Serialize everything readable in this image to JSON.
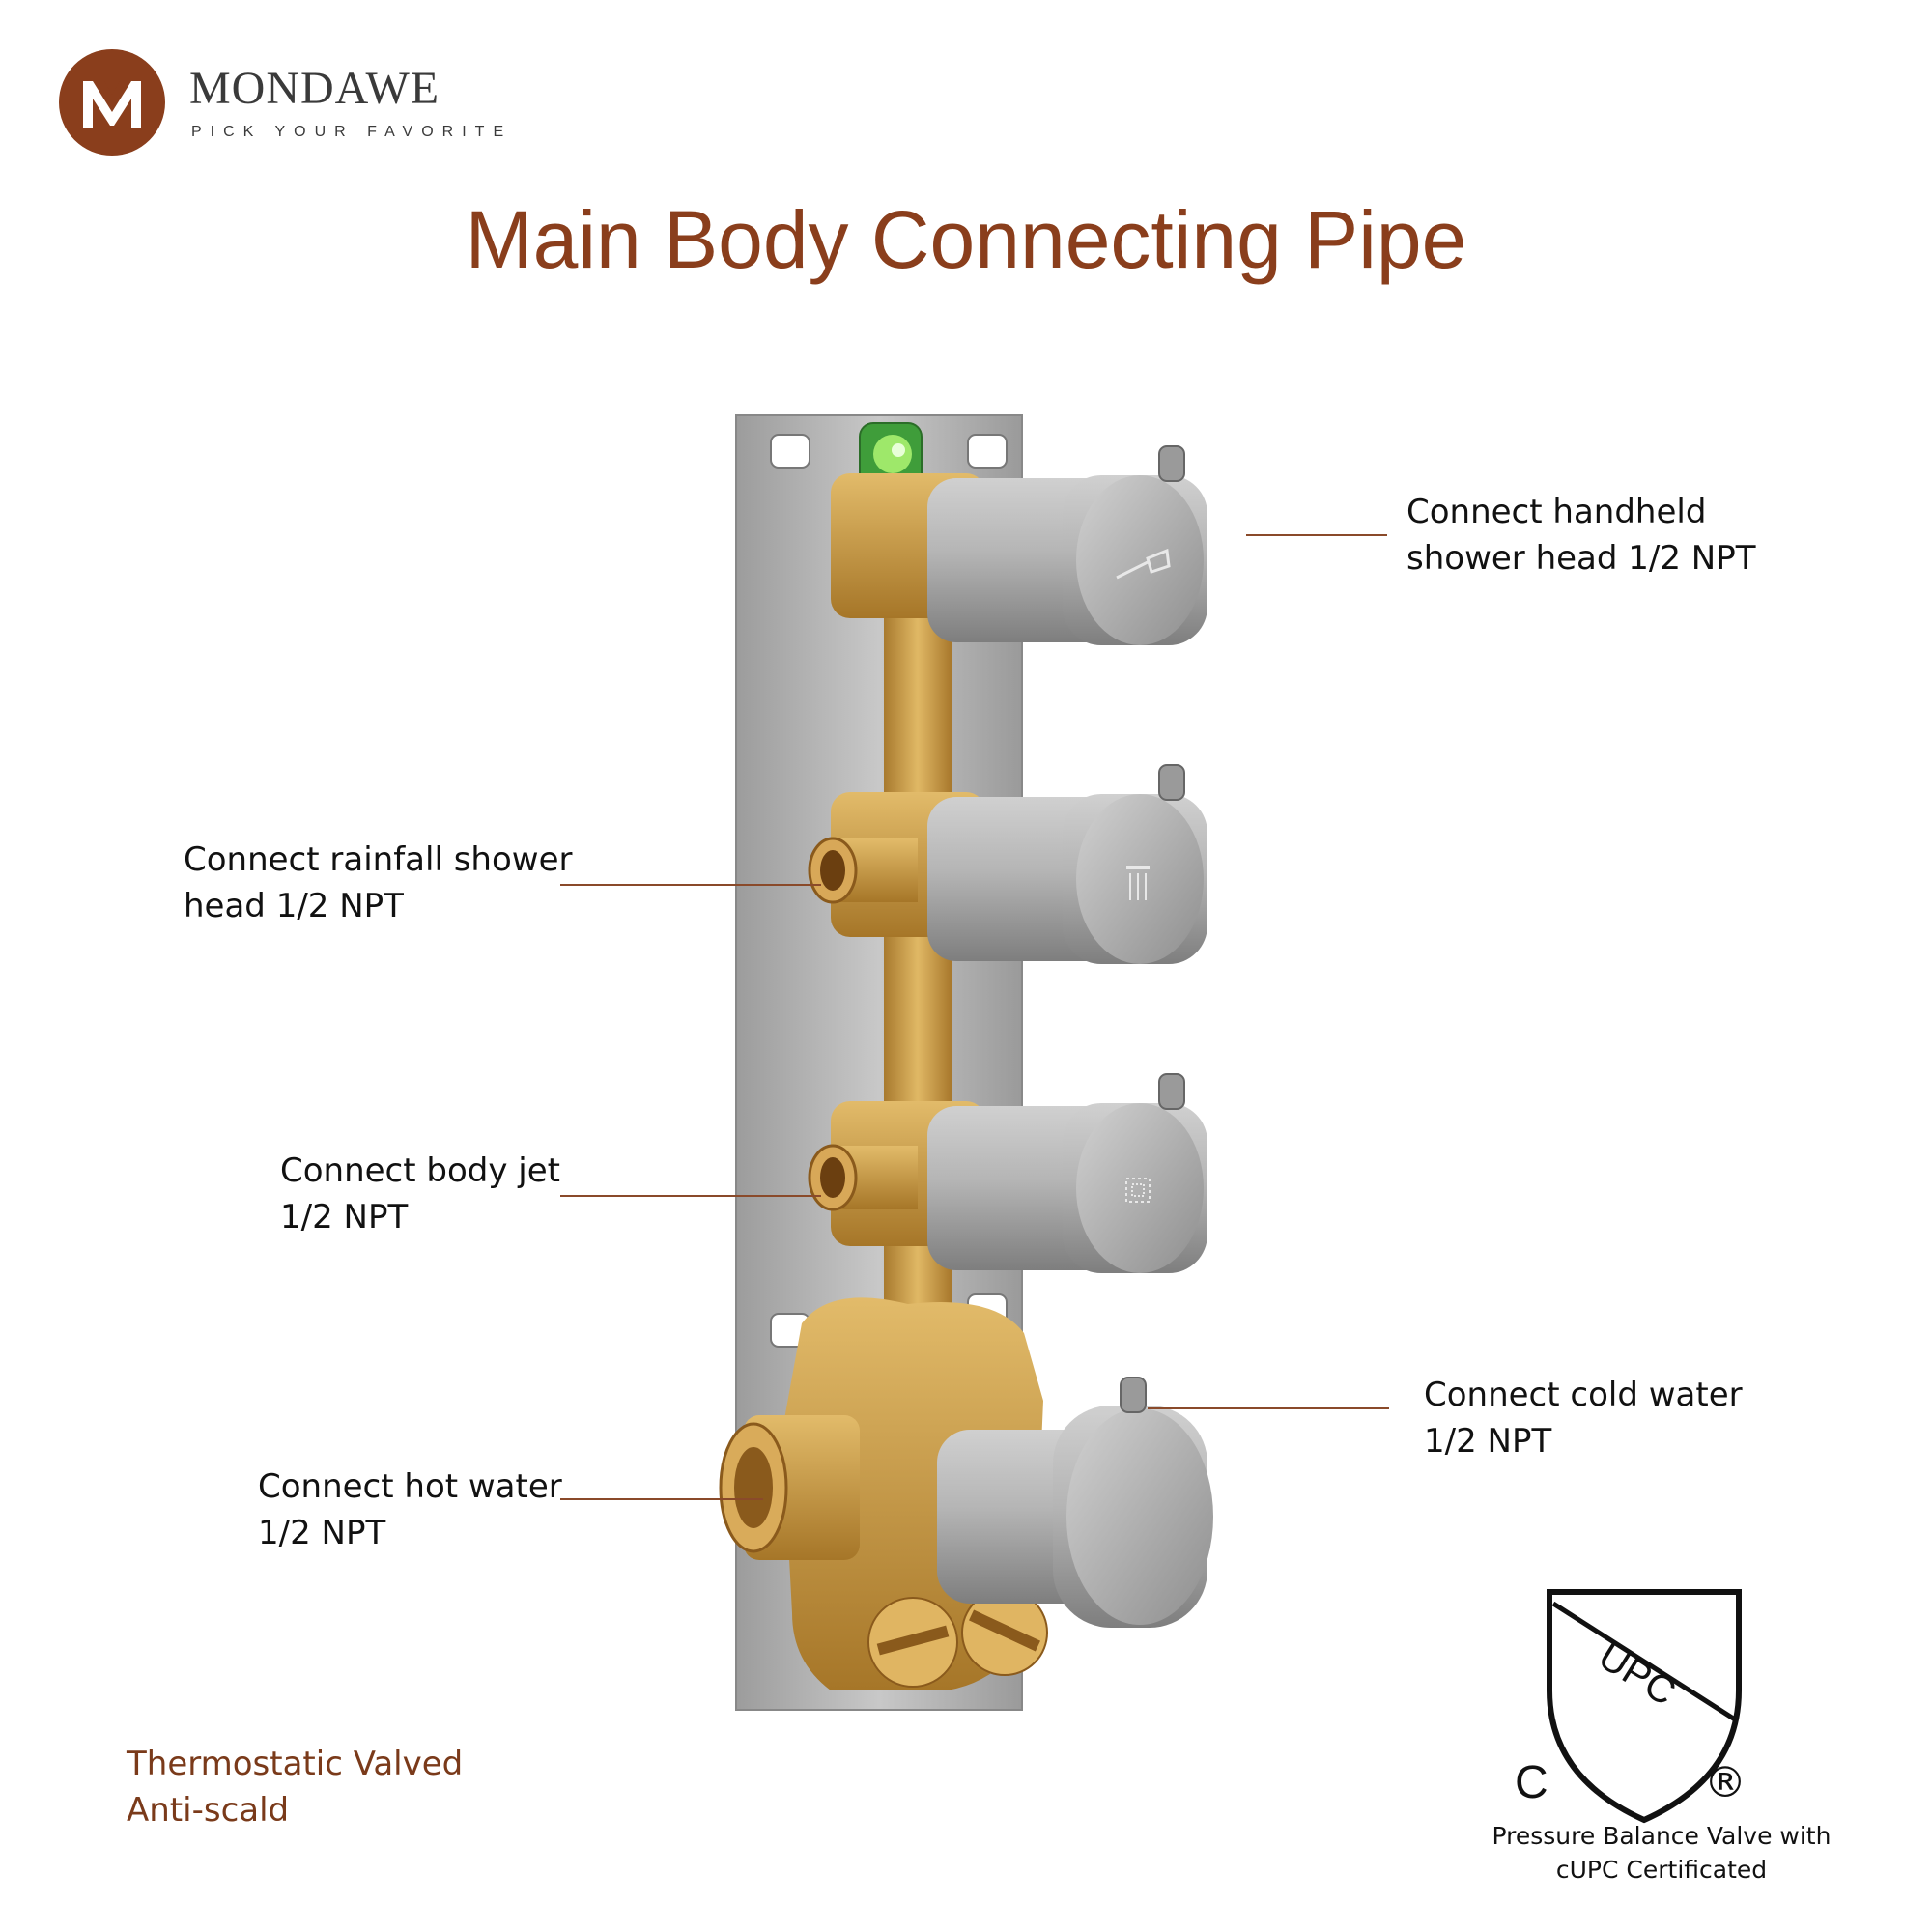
{
  "brand": {
    "name": "MONDAWE",
    "tagline": "PICK YOUR FAVORITE",
    "logo_letter": "M",
    "color": "#8a3e1c"
  },
  "title": "Main Body Connecting Pipe",
  "labels": {
    "handheld": {
      "line1": "Connect handheld",
      "line2": "shower head  1/2 NPT"
    },
    "rainfall": {
      "line1": "Connect rainfall shower",
      "line2": "head  1/2 NPT"
    },
    "body_jet": {
      "line1": "Connect body jet",
      "line2": "1/2 NPT"
    },
    "hot_water": {
      "line1": "Connect hot water",
      "line2": "1/2 NPT"
    },
    "cold_water": {
      "line1": "Connect cold water",
      "line2": "1/2 NPT"
    }
  },
  "features": {
    "line1": "Thermostatic Valved",
    "line2": "Anti-scald"
  },
  "certification": {
    "mark_top": "UPC",
    "mark_left": "C",
    "mark_right": "®",
    "line1": "Pressure Balance Valve with",
    "line2": "cUPC Certificated"
  },
  "colors": {
    "accent": "#8a3e1c",
    "brass": "#c99a45",
    "steel": "#a9a9a9"
  },
  "icons": [
    "handheld-shower-icon",
    "rainfall-shower-icon",
    "body-jet-icon",
    "bubble-level-icon",
    "upc-shield-icon"
  ]
}
